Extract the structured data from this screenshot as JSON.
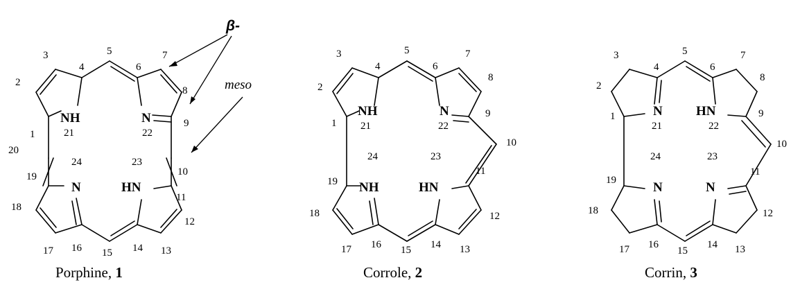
{
  "molecules": [
    {
      "id": "porphine",
      "caption_name": "Porphine, ",
      "caption_num": "1",
      "locants": [
        "1",
        "2",
        "3",
        "4",
        "5",
        "6",
        "7",
        "8",
        "9",
        "10",
        "11",
        "12",
        "13",
        "14",
        "15",
        "16",
        "17",
        "18",
        "19",
        "20"
      ],
      "heteroatoms": [
        {
          "symbol": "NH",
          "locant": "21"
        },
        {
          "symbol": "N",
          "locant": "22"
        },
        {
          "symbol": "HN",
          "locant": "23"
        },
        {
          "symbol": "N",
          "locant": "24"
        }
      ]
    },
    {
      "id": "corrole",
      "caption_name": "Corrole, ",
      "caption_num": "2",
      "locants": [
        "1",
        "2",
        "3",
        "4",
        "5",
        "6",
        "7",
        "8",
        "9",
        "10",
        "11",
        "12",
        "13",
        "14",
        "15",
        "16",
        "17",
        "18",
        "19"
      ],
      "heteroatoms": [
        {
          "symbol": "NH",
          "locant": "21"
        },
        {
          "symbol": "N",
          "locant": "22"
        },
        {
          "symbol": "HN",
          "locant": "23"
        },
        {
          "symbol": "NH",
          "locant": "24"
        }
      ]
    },
    {
      "id": "corrin",
      "caption_name": "Corrin, ",
      "caption_num": "3",
      "locants": [
        "1",
        "2",
        "3",
        "4",
        "5",
        "6",
        "7",
        "8",
        "9",
        "10",
        "11",
        "12",
        "13",
        "14",
        "15",
        "16",
        "17",
        "18",
        "19"
      ],
      "heteroatoms": [
        {
          "symbol": "N",
          "locant": "21"
        },
        {
          "symbol": "HN",
          "locant": "22"
        },
        {
          "symbol": "N",
          "locant": "23"
        },
        {
          "symbol": "N",
          "locant": "24"
        }
      ]
    }
  ],
  "annotations": {
    "beta": "β-",
    "meso": "meso"
  }
}
